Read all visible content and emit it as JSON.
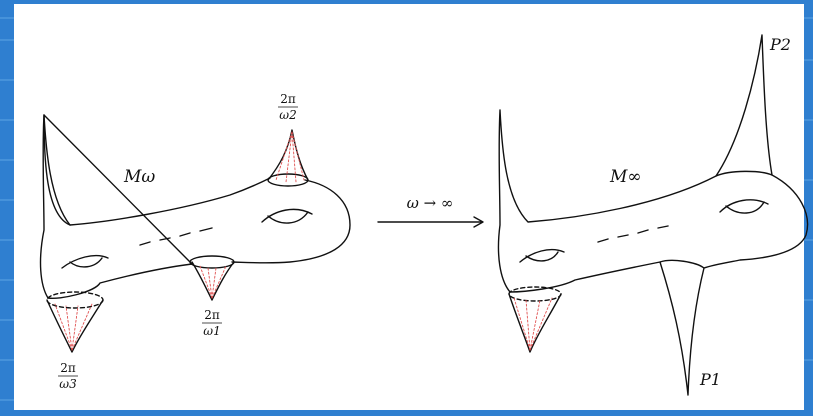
{
  "left_surface": {
    "name_label": "Mω",
    "cone_top_label": {
      "num": "2π",
      "den": "ω2"
    },
    "cone_bottom_label": {
      "num": "2π",
      "den": "ω1"
    },
    "cone_left_label": {
      "num": "2π",
      "den": "ω3"
    }
  },
  "arrow": {
    "label": "ω → ∞"
  },
  "right_surface": {
    "name_label": "M∞",
    "cusp_top_label": "P2",
    "cusp_bottom_label": "P1"
  },
  "colors": {
    "frame": "#2f7fd0",
    "paper": "#ffffff",
    "stroke": "#111111",
    "cone_lines": "#e05050"
  }
}
